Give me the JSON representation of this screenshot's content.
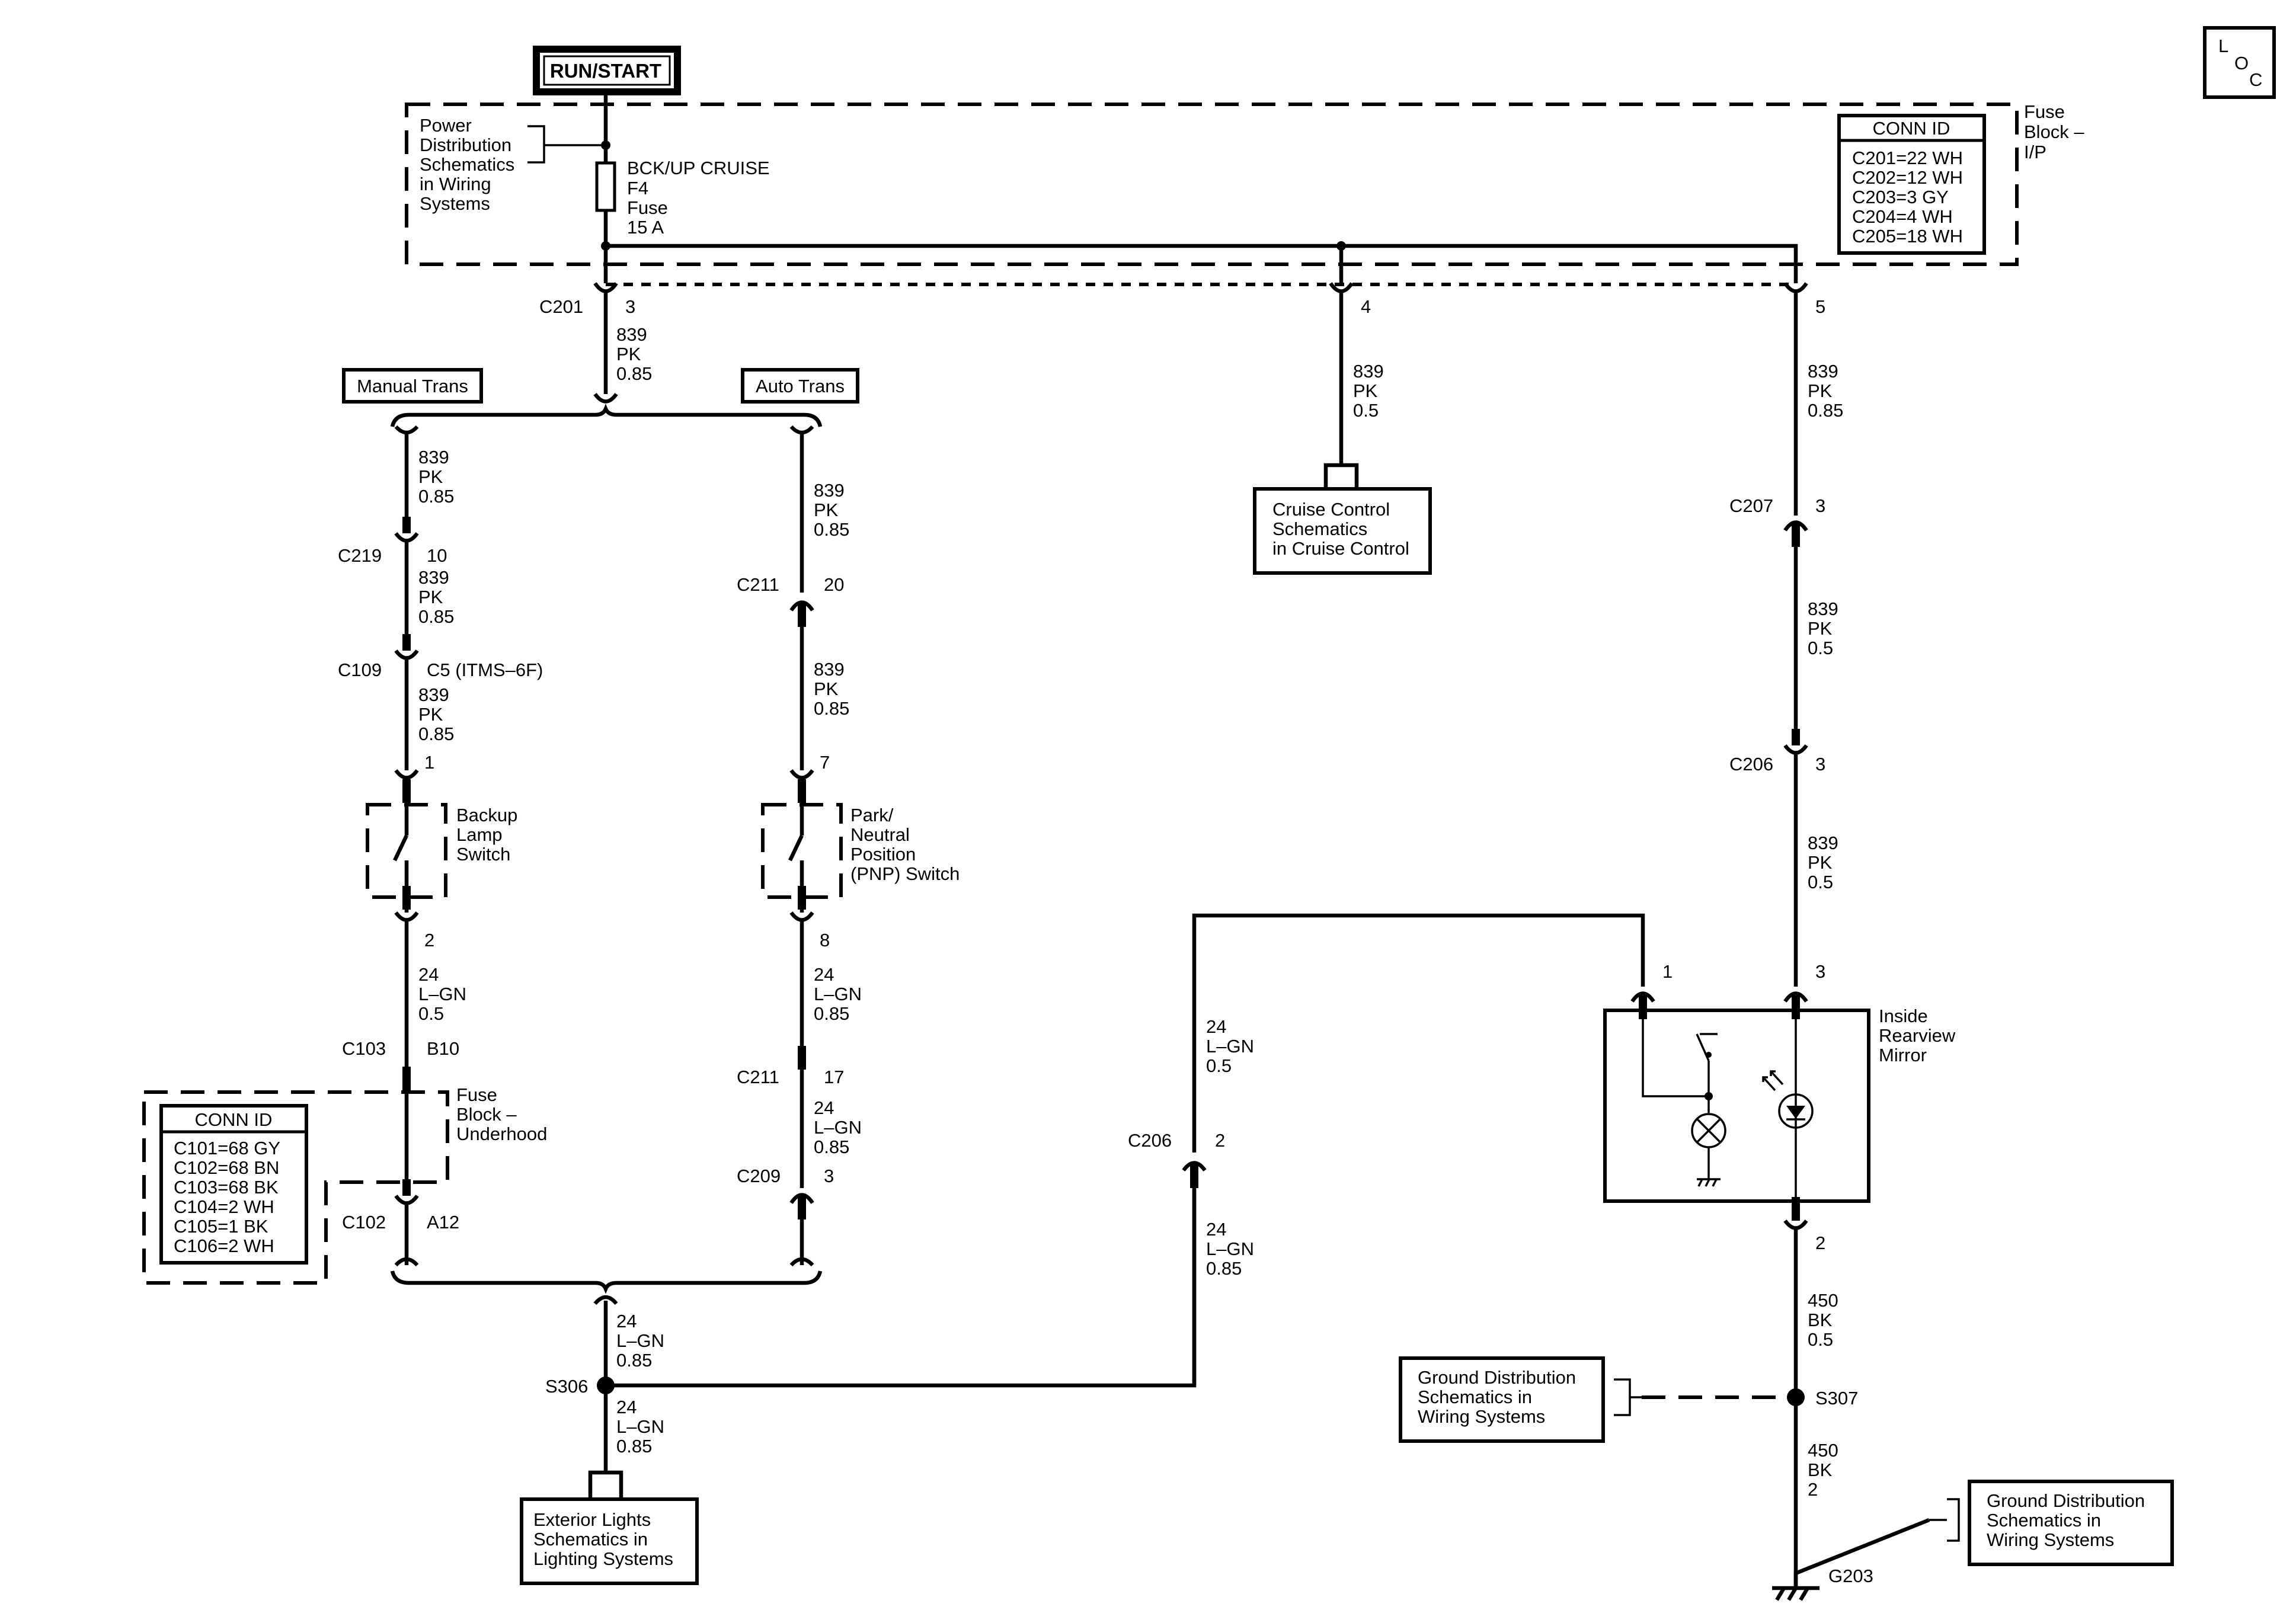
{
  "loc_badge": {
    "l": "L",
    "o": "O",
    "c": "C"
  },
  "run_start": "RUN/START",
  "power_dist": [
    "Power",
    "Distribution",
    "Schematics",
    "in Wiring",
    "Systems"
  ],
  "fuse": [
    "BCK/UP CRUISE",
    "F4",
    "Fuse",
    "15 A"
  ],
  "fuse_block_ip": [
    "Fuse",
    "Block –",
    "I/P"
  ],
  "conn_ip": {
    "title": "CONN ID",
    "rows": [
      "C201=22 WH",
      "C202=12 WH",
      "C203=3 GY",
      "C204=4 WH",
      "C205=18 WH"
    ]
  },
  "conn_uh": {
    "title": "CONN ID",
    "rows": [
      "C101=68 GY",
      "C102=68 BN",
      "C103=68 BK",
      "C104=2 WH",
      "C105=1 BK",
      "C106=2 WH"
    ]
  },
  "connectors": {
    "c201": "C201",
    "c201_pin": "3",
    "pin4": "4",
    "pin5": "5",
    "c219": "C219",
    "c219_pin": "10",
    "c109": "C109",
    "c109_pin": "C5 (ITMS–6F)",
    "backup_in": "1",
    "backup_out": "2",
    "c103": "C103",
    "c103_pin": "B10",
    "c102": "C102",
    "c102_pin": "A12",
    "c211a": "C211",
    "c211a_pin": "20",
    "pnp_in": "7",
    "pnp_out": "8",
    "c211b": "C211",
    "c211b_pin": "17",
    "c209": "C209",
    "c209_pin": "3",
    "c207": "C207",
    "c207_pin": "3",
    "c206a": "C206",
    "c206a_pin": "3",
    "mirror_pin1": "1",
    "mirror_pin3": "3",
    "mirror_pin2": "2",
    "c206b": "C206",
    "c206b_pin": "2",
    "s306": "S306",
    "s307": "S307",
    "g203": "G203"
  },
  "wire_839_085": [
    "839",
    "PK",
    "0.85"
  ],
  "wire_839_05": [
    "839",
    "PK",
    "0.5"
  ],
  "wire_24_05": [
    "24",
    "L–GN",
    "0.5"
  ],
  "wire_24_085": [
    "24",
    "L–GN",
    "0.85"
  ],
  "wire_450_05": [
    "450",
    "BK",
    "0.5"
  ],
  "wire_450_2": [
    "450",
    "BK",
    "2"
  ],
  "manual_trans": "Manual Trans",
  "auto_trans": "Auto Trans",
  "cruise_control": [
    "Cruise Control",
    "Schematics",
    "in Cruise Control"
  ],
  "backup_switch": [
    "Backup",
    "Lamp",
    "Switch"
  ],
  "pnp_switch": [
    "Park/",
    "Neutral",
    "Position",
    "(PNP) Switch"
  ],
  "fuse_block_uh": [
    "Fuse",
    "Block –",
    "Underhood"
  ],
  "mirror": [
    "Inside",
    "Rearview",
    "Mirror"
  ],
  "exterior_lights": [
    "Exterior Lights",
    "Schematics in",
    "Lighting Systems"
  ],
  "ground_dist": [
    "Ground Distribution",
    "Schematics in",
    "Wiring Systems"
  ]
}
